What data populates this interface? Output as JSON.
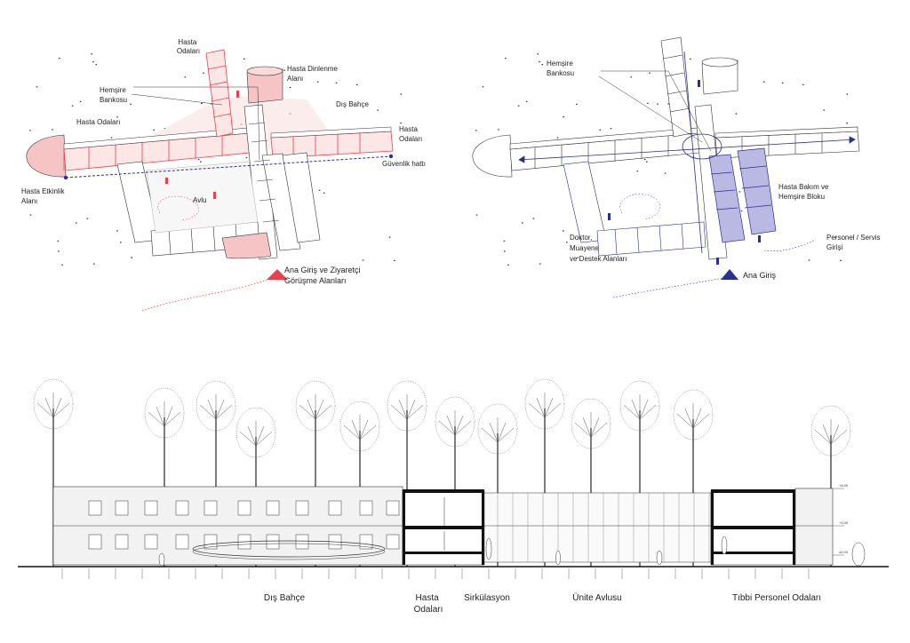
{
  "colors": {
    "red_accent": "#e8434c",
    "red_fill": "#f6c4c4",
    "blue_accent": "#2b2f8f",
    "blue_fill": "#b9b9e4",
    "line": "#333333"
  },
  "plan_left": {
    "labels": {
      "hasta_odalari_top": [
        "Hasta",
        "Odaları"
      ],
      "hasta_dinlenme": [
        "Hasta Dinlenme",
        "Alanı"
      ],
      "hemsire_bankosu": [
        "Hemşire",
        "Bankosu"
      ],
      "dis_bahce": "Dış Bahçe",
      "hasta_odalari_left": "Hasta Odaları",
      "hasta_odalari_right": [
        "Hasta",
        "Odaları"
      ],
      "guvenlik_hatti": "Güvenlik hattı",
      "hasta_etkinlik": [
        "Hasta Etkinlik",
        "Alanı"
      ],
      "avlu": "Avlu",
      "ana_giris_ziyaretci": [
        "Ana Giriş ve Ziyaretçi",
        "Görüşme Alanları"
      ]
    }
  },
  "plan_right": {
    "labels": {
      "hemsire_bankosu": [
        "Hemşire",
        "Bankosu"
      ],
      "hasta_bakim": [
        "Hasta Bakım ve",
        "Hemşire Bloku"
      ],
      "doktor": [
        "Doktor,",
        "Muayene",
        "ve Destek Alanları"
      ],
      "personel_servis": [
        "Personel / Servis",
        "Girişi"
      ],
      "ana_giris": "Ana Giriş"
    }
  },
  "section": {
    "labels": {
      "dis_bahce": "Dış Bahçe",
      "hasta_odalari": [
        "Hasta",
        "Odaları"
      ],
      "sirkulasyon": "Sirkülasyon",
      "unite_avlusu": "Ünite Avlusu",
      "tibbi_personel": "Tıbbi Personel Odaları"
    },
    "levels": [
      "+6.00",
      "+3.00",
      "±0.00"
    ]
  }
}
